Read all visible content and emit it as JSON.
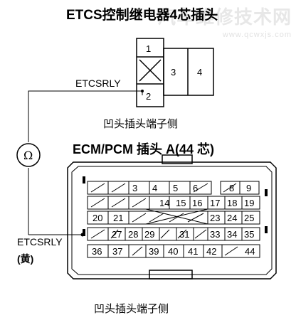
{
  "watermark": {
    "text": "汽车维修技术网",
    "url": "www.qcwxjs.com"
  },
  "relay": {
    "title": "ETCS控制继电器4芯插头",
    "pins": [
      "1",
      "3",
      "4",
      "2"
    ],
    "wire_label": "ETCSRLY",
    "caption": "凹头插头端子侧"
  },
  "meter": {
    "symbol": "Ω"
  },
  "ecm": {
    "title": "ECM/PCM 插头 A(44 芯)",
    "wire_label": "ETCSRLY",
    "wire_color": "(黄)",
    "caption": "凹头插头端子侧",
    "rows": [
      [
        "",
        "",
        "3",
        "4",
        "5",
        "6",
        "",
        "8",
        "9"
      ],
      [
        "",
        "",
        "",
        "14",
        "15",
        "16",
        "17",
        "18",
        "19"
      ],
      [
        "20",
        "21",
        "",
        "",
        "",
        "",
        "23",
        "24",
        "25"
      ],
      [
        "",
        "27",
        "28",
        "29",
        "",
        "31",
        "",
        "33",
        "34",
        "35"
      ],
      [
        "36",
        "37",
        "",
        "39",
        "40",
        "41",
        "42",
        "",
        "44"
      ]
    ]
  }
}
